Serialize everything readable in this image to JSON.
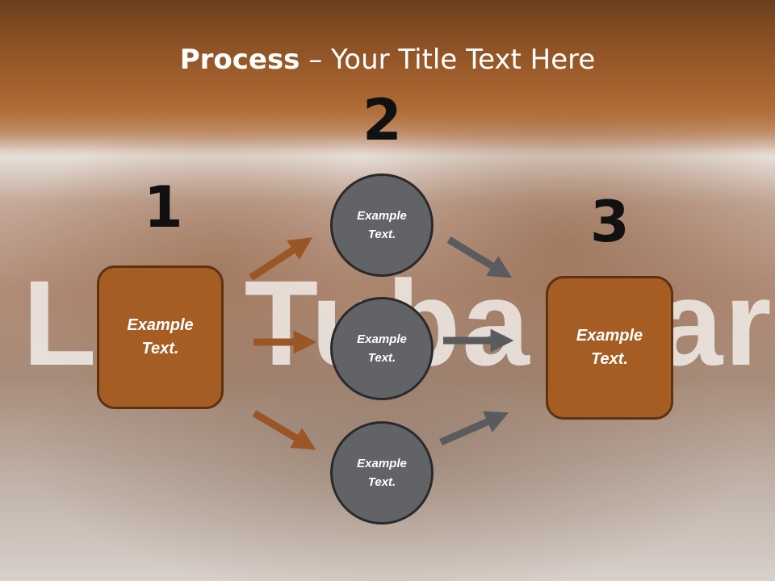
{
  "slide": {
    "title_bold": "Process",
    "title_rest": " – Your Title Text Here",
    "watermark": "Lol Tuba Barn",
    "steps": {
      "n1": "1",
      "n2": "2",
      "n3": "3"
    },
    "boxes": {
      "left": "Example\nText.",
      "right": "Example\nText."
    },
    "circles": {
      "top": "Example\nText.",
      "middle": "Example\nText.",
      "bottom": "Example\nText."
    }
  },
  "colors": {
    "accent_brown": "#a55d24",
    "arrow_brown": "#9b5626",
    "circle_gray": "#626366",
    "arrow_gray": "#5a5b5e"
  }
}
